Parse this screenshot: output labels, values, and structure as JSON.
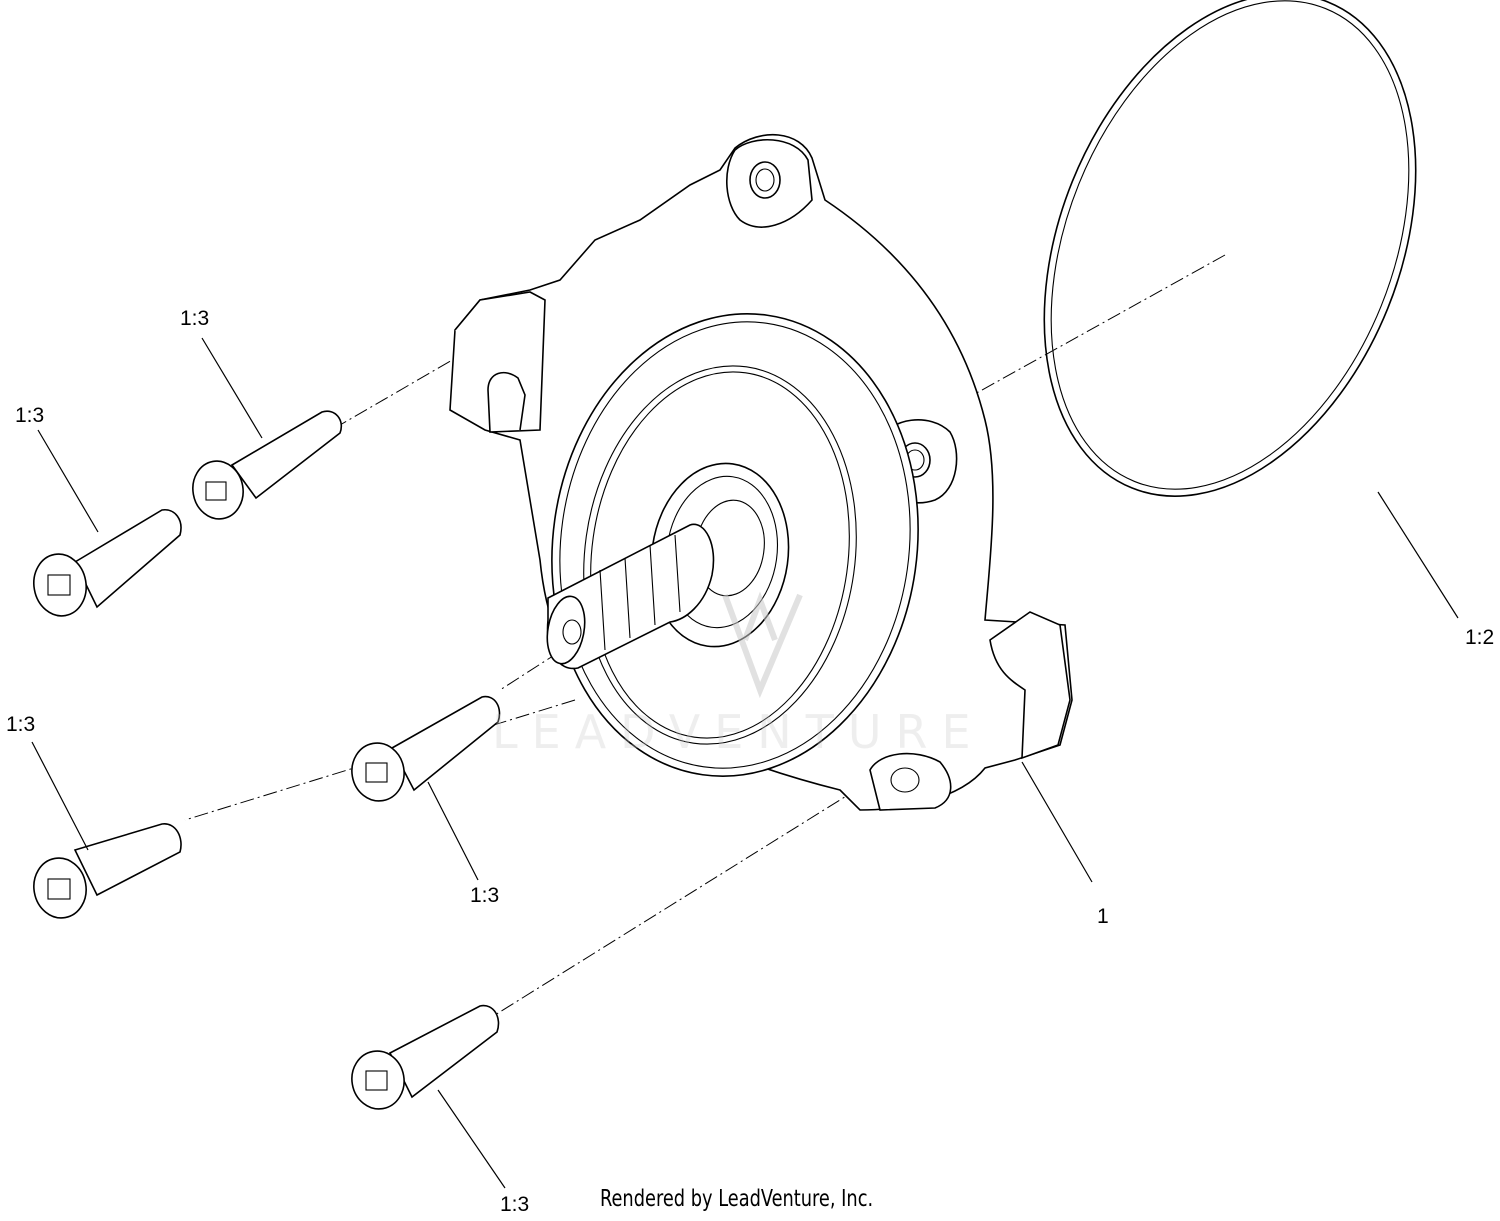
{
  "callouts": {
    "screw_upper_right": "1:3",
    "screw_upper_left": "1:3",
    "screw_middle_left": "1:3",
    "screw_middle_center": "1:3",
    "screw_bottom": "1:3",
    "oring": "1:2",
    "housing": "1"
  },
  "watermark": {
    "text": "LEADVENTURE"
  },
  "footer": {
    "credit": "Rendered by LeadVenture, Inc."
  }
}
